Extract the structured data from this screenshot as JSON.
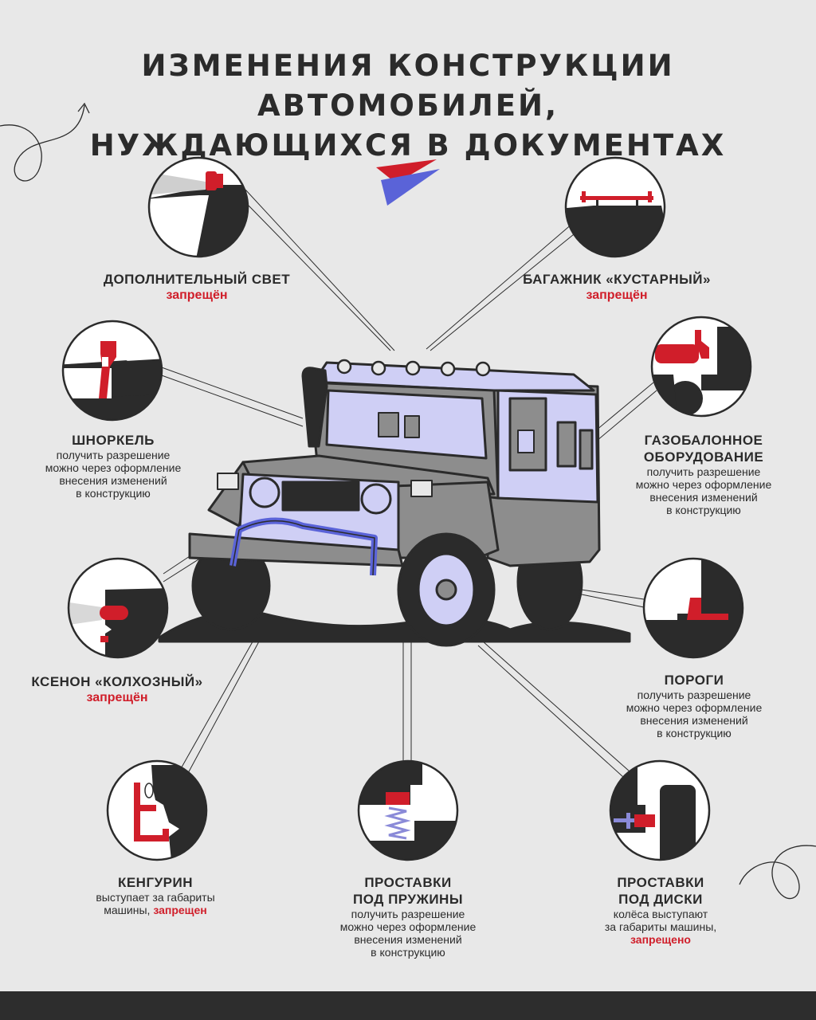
{
  "title": {
    "line1": "ИЗМЕНЕНИЯ КОНСТРУКЦИИ АВТОМОБИЛЕЙ,",
    "line2": "НУЖДАЮЩИХСЯ В ДОКУМЕНТАХ"
  },
  "colors": {
    "background": "#e8e8e8",
    "dark": "#2b2b2b",
    "accent_red": "#d01e2a",
    "accent_blue": "#5a63d8",
    "car_body": "#8d8d8d",
    "car_window": "#cfcff5"
  },
  "items": {
    "extra_light": {
      "name": "ДОПОЛНИТЕЛЬНЫЙ СВЕТ",
      "status": "запрещён"
    },
    "roof_rack": {
      "name": "БАГАЖНИК «КУСТАРНЫЙ»",
      "status": "запрещён"
    },
    "snorkel": {
      "name": "ШНОРКЕЛЬ",
      "desc1": "получить разрешение",
      "desc2": "можно через оформление",
      "desc3": "внесения изменений",
      "desc4": "в конструкцию"
    },
    "gas": {
      "name1": "ГАЗОБАЛОННОЕ",
      "name2": "ОБОРУДОВАНИЕ",
      "desc1": "получить разрешение",
      "desc2": "можно через оформление",
      "desc3": "внесения изменений",
      "desc4": "в конструкцию"
    },
    "xenon": {
      "name": "КСЕНОН «КОЛХОЗНЫЙ»",
      "status": "запрещён"
    },
    "thresholds": {
      "name": "ПОРОГИ",
      "desc1": "получить разрешение",
      "desc2": "можно через оформление",
      "desc3": "внесения изменений",
      "desc4": "в конструкцию"
    },
    "bullbar": {
      "name": "КЕНГУРИН",
      "desc1": "выступает за габариты",
      "desc2": "машины, ",
      "status": "запрещен"
    },
    "spring_spacers": {
      "name1": "ПРОСТАВКИ",
      "name2": "ПОД ПРУЖИНЫ",
      "desc1": "получить разрешение",
      "desc2": "можно через оформление",
      "desc3": "внесения изменений",
      "desc4": "в конструкцию"
    },
    "wheel_spacers": {
      "name1": "ПРОСТАВКИ",
      "name2": "ПОД ДИСКИ",
      "desc1": "колёса выступают",
      "desc2": "за габариты машины,",
      "status": "запрещено"
    }
  }
}
